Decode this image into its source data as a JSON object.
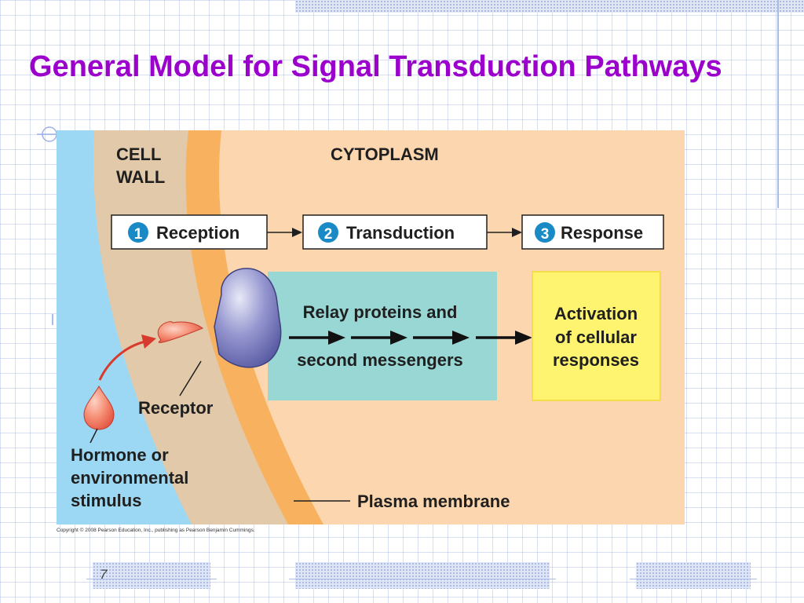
{
  "slide": {
    "title": "General Model for Signal Transduction Pathways",
    "number": "7",
    "copyright": "Copyright © 2008 Pearson Education, Inc., publishing as Pearson Benjamin Cummings."
  },
  "diagram": {
    "regions": {
      "cell_wall_line1": "CELL",
      "cell_wall_line2": "WALL",
      "cytoplasm": "CYTOPLASM"
    },
    "steps": [
      {
        "num": "1",
        "label": "Reception"
      },
      {
        "num": "2",
        "label": "Transduction"
      },
      {
        "num": "3",
        "label": "Response"
      }
    ],
    "relay": {
      "line1": "Relay proteins and",
      "line2": "second messengers"
    },
    "activation": {
      "line1": "Activation",
      "line2": "of cellular",
      "line3": "responses"
    },
    "receptor_label": "Receptor",
    "stimulus_label": {
      "line1": "Hormone or",
      "line2": "environmental",
      "line3": "stimulus"
    },
    "membrane_label": "Plasma membrane"
  },
  "colors": {
    "title": "#9b00cc",
    "cell_wall": "#9cd8f3",
    "membrane_band": "#e2c9a9",
    "membrane_orange": "#f8b25f",
    "cytoplasm": "#fcd6ae",
    "relay_box": "#98d7d4",
    "activation_box": "#fef46f",
    "step_circle": "#1a8ac6"
  }
}
